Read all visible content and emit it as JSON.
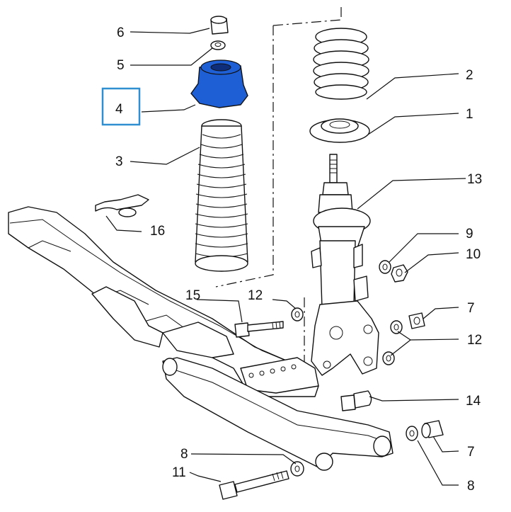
{
  "highlight": {
    "color": "#2f8fd0",
    "part_fill": "#1f5fd6"
  },
  "callouts": {
    "c1": "1",
    "c2": "2",
    "c3": "3",
    "c4": "4",
    "c5": "5",
    "c6": "6",
    "c7a": "7",
    "c7b": "7",
    "c8a": "8",
    "c8b": "8",
    "c9": "9",
    "c10": "10",
    "c11": "11",
    "c12a": "12",
    "c12b": "12",
    "c13": "13",
    "c14": "14",
    "c15": "15",
    "c16": "16"
  }
}
